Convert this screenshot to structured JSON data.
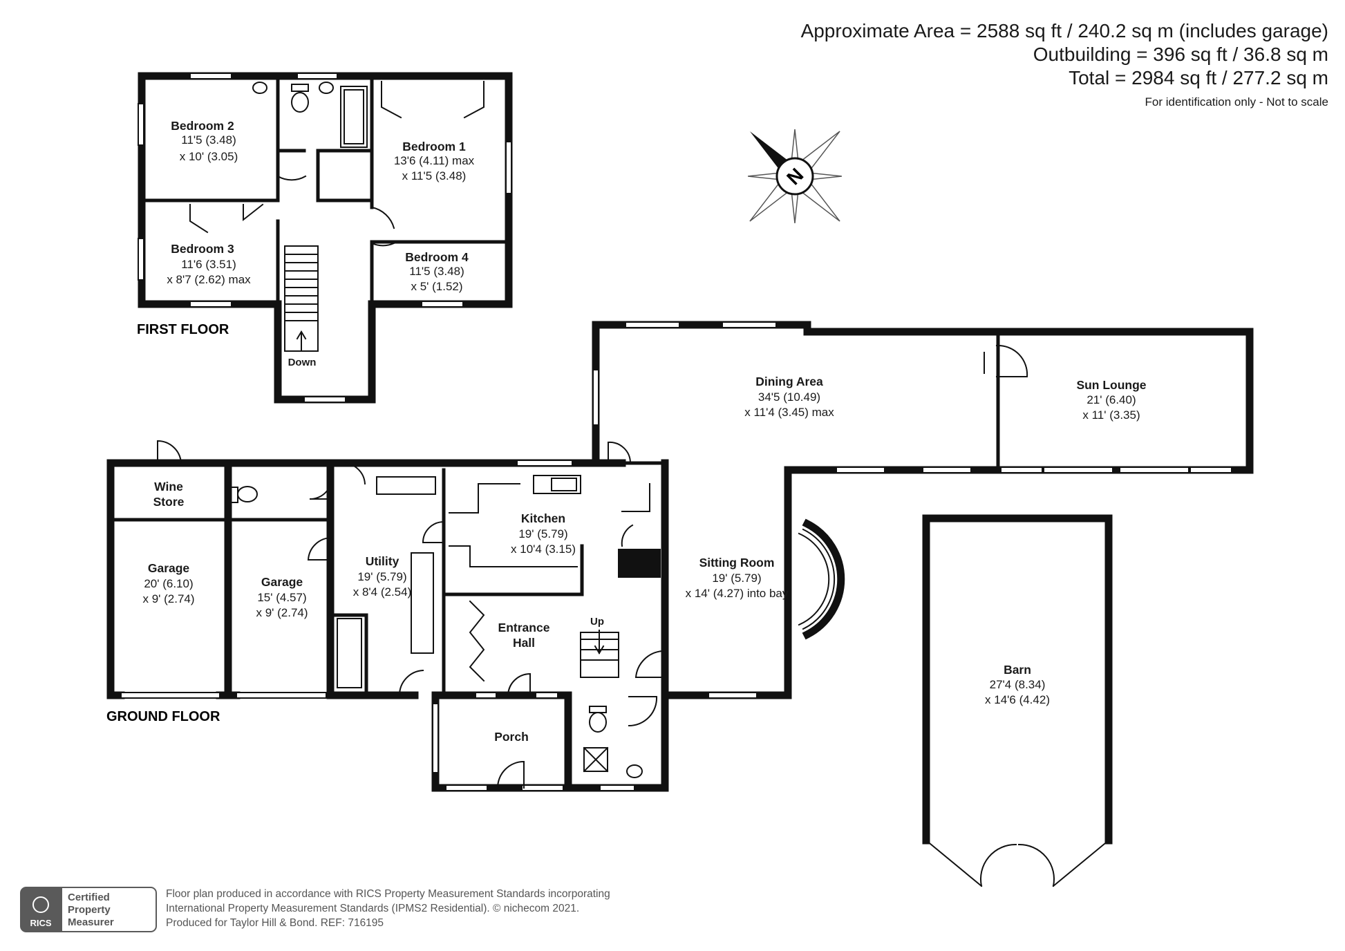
{
  "header": {
    "approx_area": "Approximate Area = 2588 sq ft / 240.2 sq m (includes garage)",
    "outbuilding": "Outbuilding = 396 sq ft / 36.8 sq m",
    "total": "Total = 2984 sq ft / 277.2 sq m",
    "disclaimer": "For identification only - Not to scale"
  },
  "compass": {
    "label": "N"
  },
  "floors": {
    "first": "FIRST FLOOR",
    "ground": "GROUND FLOOR"
  },
  "first_floor_rooms": {
    "bedroom2": {
      "name": "Bedroom 2",
      "dim1": "11'5 (3.48)",
      "dim2": "x 10' (3.05)"
    },
    "bedroom1": {
      "name": "Bedroom 1",
      "dim1": "13'6 (4.11) max",
      "dim2": "x 11'5 (3.48)"
    },
    "bedroom3": {
      "name": "Bedroom 3",
      "dim1": "11'6 (3.51)",
      "dim2": "x 8'7 (2.62) max"
    },
    "bedroom4": {
      "name": "Bedroom 4",
      "dim1": "11'5 (3.48)",
      "dim2": "x 5' (1.52)"
    },
    "stairs_down": "Down"
  },
  "ground_floor_rooms": {
    "dining": {
      "name": "Dining Area",
      "dim1": "34'5 (10.49)",
      "dim2": "x 11'4 (3.45) max"
    },
    "sun_lounge": {
      "name": "Sun Lounge",
      "dim1": "21' (6.40)",
      "dim2": "x 11' (3.35)"
    },
    "wine_store": {
      "name1": "Wine",
      "name2": "Store"
    },
    "kitchen": {
      "name": "Kitchen",
      "dim1": "19' (5.79)",
      "dim2": "x 10'4 (3.15)"
    },
    "sitting": {
      "name": "Sitting Room",
      "dim1": "19' (5.79)",
      "dim2": "x 14' (4.27) into bay"
    },
    "garage1": {
      "name": "Garage",
      "dim1": "20' (6.10)",
      "dim2": "x 9' (2.74)"
    },
    "garage2": {
      "name": "Garage",
      "dim1": "15' (4.57)",
      "dim2": "x 9' (2.74)"
    },
    "utility": {
      "name": "Utility",
      "dim1": "19' (5.79)",
      "dim2": "x 8'4 (2.54)"
    },
    "hall": {
      "name1": "Entrance",
      "name2": "Hall"
    },
    "stairs_up": "Up",
    "porch": {
      "name": "Porch"
    }
  },
  "barn": {
    "name": "Barn",
    "dim1": "27'4 (8.34)",
    "dim2": "x 14'6 (4.42)"
  },
  "footer": {
    "line1": "Floor plan produced in accordance with RICS Property Measurement Standards incorporating",
    "line2": "International Property Measurement Standards (IPMS2 Residential).   © nichecom 2021.",
    "line3": "Produced for Taylor Hill & Bond.   REF:  716195"
  },
  "rics_badge": {
    "logo": "RICS",
    "line1": "Certified",
    "line2": "Property",
    "line3": "Measurer"
  },
  "colors": {
    "wall": "#111111",
    "text": "#1a1a1a",
    "badge": "#5a5a5a"
  }
}
